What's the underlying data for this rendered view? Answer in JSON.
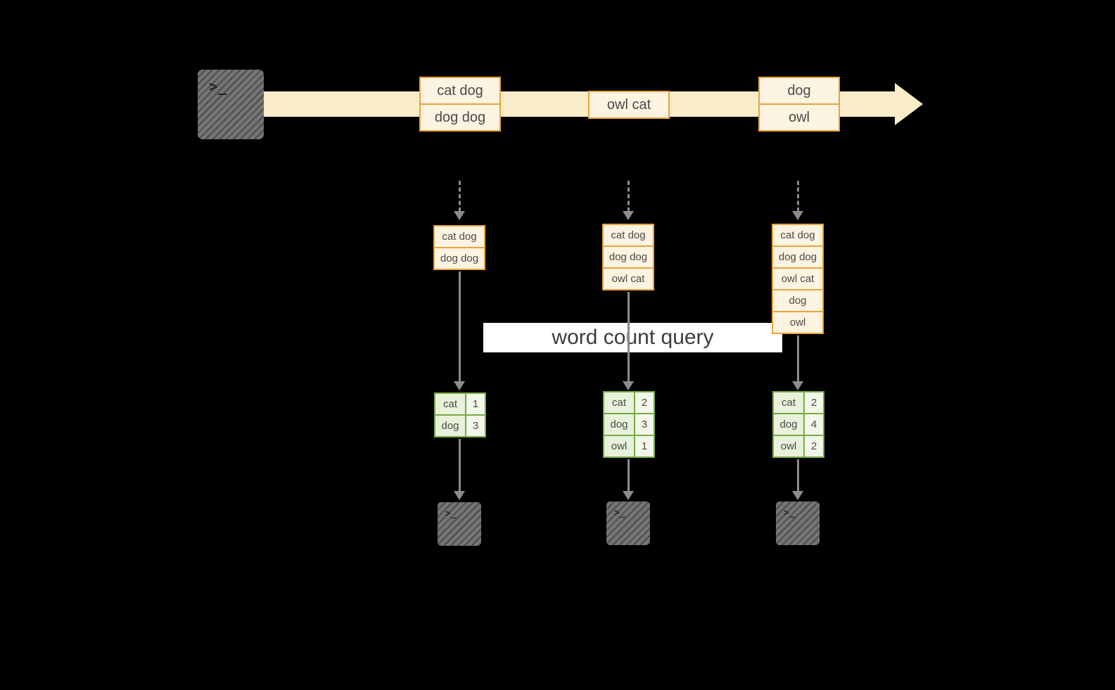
{
  "diagram": {
    "prompt_glyph": ">_",
    "query_label": "word count query",
    "timeline": {
      "events": [
        {
          "lines": [
            "cat dog",
            "dog dog"
          ]
        },
        {
          "lines": [
            "owl cat"
          ]
        },
        {
          "lines": [
            "dog",
            "owl"
          ]
        }
      ]
    },
    "batches": [
      {
        "inputs": [
          "cat dog",
          "dog dog"
        ],
        "results": [
          {
            "word": "cat",
            "count": "1"
          },
          {
            "word": "dog",
            "count": "3"
          }
        ]
      },
      {
        "inputs": [
          "cat dog",
          "dog dog",
          "owl cat"
        ],
        "results": [
          {
            "word": "cat",
            "count": "2"
          },
          {
            "word": "dog",
            "count": "3"
          },
          {
            "word": "owl",
            "count": "1"
          }
        ]
      },
      {
        "inputs": [
          "cat dog",
          "dog dog",
          "owl cat",
          "dog",
          "owl"
        ],
        "results": [
          {
            "word": "cat",
            "count": "2"
          },
          {
            "word": "dog",
            "count": "4"
          },
          {
            "word": "owl",
            "count": "2"
          }
        ]
      }
    ]
  },
  "colors": {
    "orange": "#e9a33b",
    "orangeFill": "#fdf3e1",
    "band": "#f8edc8",
    "green": "#77ab43",
    "greenFill": "#e8f1da",
    "greenFillLight": "#f2f7ea",
    "arrow": "#8c8c8c",
    "terminal": "#6e6e6e",
    "banner": "#ffffff",
    "text": "#4a4a4a",
    "bannerText": "#3d3d3d",
    "bg": "#000000"
  }
}
